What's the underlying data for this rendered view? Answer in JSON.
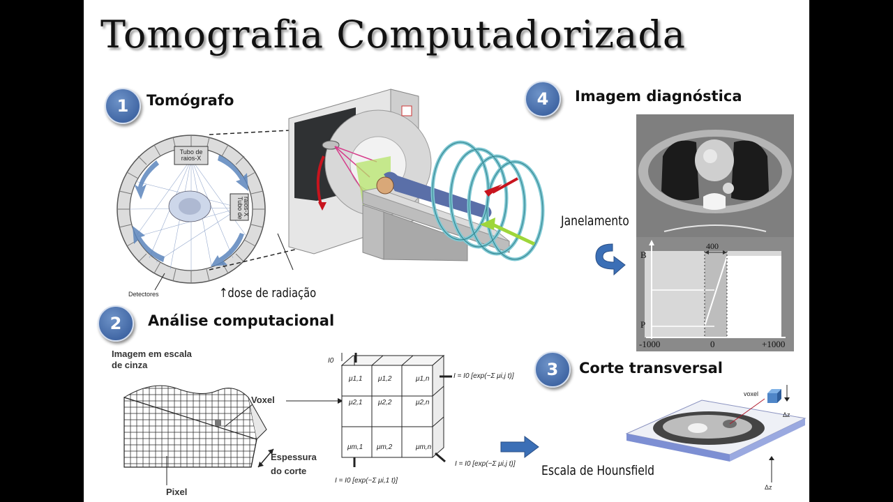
{
  "title": "Tomografia Computadorizada",
  "sections": [
    {
      "number": "1",
      "label": "Tomógrafo"
    },
    {
      "number": "2",
      "label": "Análise computacional"
    },
    {
      "number": "3",
      "label": "Corte transversal"
    },
    {
      "number": "4",
      "label": "Imagem diagnóstica"
    }
  ],
  "scanner": {
    "tube_top": "Tubo de raios-X",
    "tube_right": "Tubo de raios-X",
    "detectors": "Detectores",
    "dose": "↑dose de radiação"
  },
  "analysis": {
    "gray_image": "Imagem em escala de cinza",
    "voxel": "Voxel",
    "thickness": "Espessura do corte",
    "pixel": "Pixel",
    "matrix": {
      "io": "I0",
      "cells": [
        "μ1,1",
        "μ1,2",
        "μ1,n",
        "μ2,1",
        "μ2,2",
        "μ2,n",
        "μm,1",
        "μm,2",
        "μm,n"
      ],
      "eq_right": "I = I0 [exp(−Σ μi,j t)]",
      "eq_bottom": "I = I0 [exp(−Σ μi,1 t)]",
      "eq_corner": "I = I0 [exp(−Σ μi,j t)]"
    }
  },
  "slice": {
    "voxel": "voxel",
    "dz_top": "Δz",
    "dz_bottom": "Δz",
    "hounsfield": "Escala de Hounsfield"
  },
  "diagnostic": {
    "windowing": "Janelamento",
    "window_width": "400",
    "b_label": "B",
    "p_label": "P",
    "x_ticks": [
      "-1000",
      "0",
      "+1000"
    ]
  },
  "colors": {
    "badge": "#2f5596",
    "arrow_blue": "#3b6fb6",
    "ring": "#7ec8d3",
    "red": "#c8141e"
  }
}
